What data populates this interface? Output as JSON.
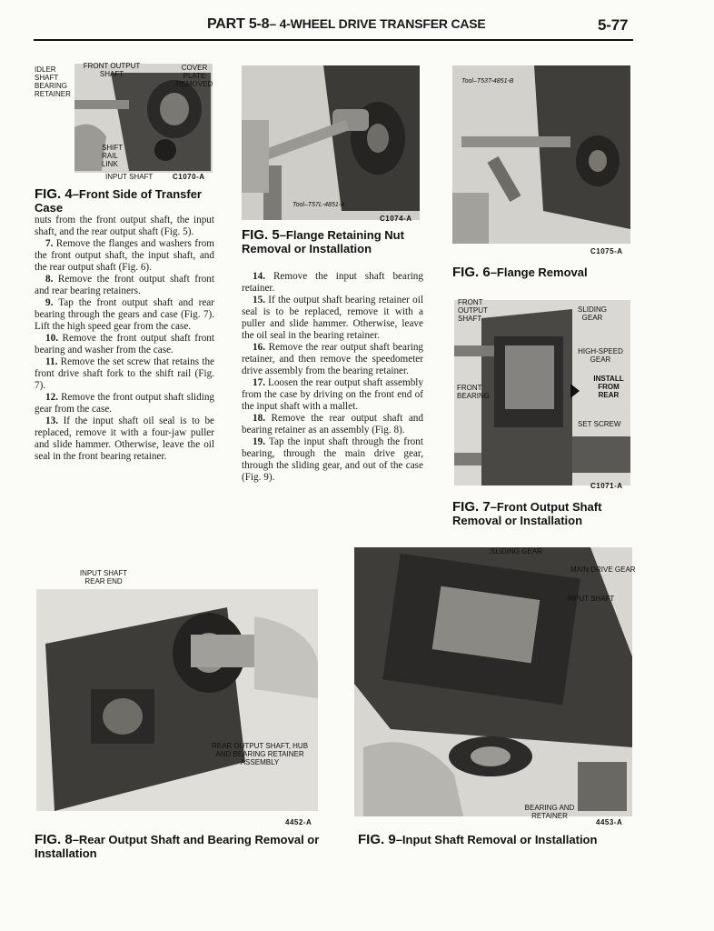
{
  "header": {
    "part_label": "PART 5-8",
    "section_title": "– 4-WHEEL DRIVE TRANSFER CASE",
    "page_number": "5-77"
  },
  "fig4": {
    "labels": {
      "idler": "IDLER SHAFT BEARING RETAINER",
      "front_output": "FRONT OUTPUT SHAFT",
      "cover": "COVER PLATE REMOVED",
      "shift_rail": "SHIFT RAIL LINK",
      "input_shaft": "INPUT SHAFT"
    },
    "figure_id": "C1070-A",
    "caption_num": "FIG. 4",
    "caption_text": "–Front Side of Transfer Case"
  },
  "fig5": {
    "tool": "Tool–T57L-4851-A",
    "figure_id": "C1074-A",
    "caption_num": "FIG. 5",
    "caption_text": "–Flange Retaining Nut Removal or Installation"
  },
  "fig6": {
    "tool": "Tool–T53T-4851-B",
    "figure_id": "C1075-A",
    "caption_num": "FIG. 6",
    "caption_text": "–Flange Removal"
  },
  "fig7": {
    "labels": {
      "front_output": "FRONT OUTPUT SHAFT",
      "sliding_gear": "SLIDING GEAR",
      "high_speed": "HIGH-SPEED GEAR",
      "install": "INSTALL FROM REAR",
      "front_bearing": "FRONT BEARING",
      "set_screw": "SET SCREW"
    },
    "figure_id": "C1071-A",
    "caption_num": "FIG. 7",
    "caption_text": "–Front Output Shaft Removal or Installation"
  },
  "fig8": {
    "labels": {
      "input_shaft": "INPUT SHAFT REAR END",
      "rear_output": "REAR OUTPUT SHAFT, HUB AND BEARING RETAINER ASSEMBLY"
    },
    "figure_id": "4452-A",
    "caption_num": "FIG. 8",
    "caption_text": "–Rear Output Shaft and Bearing Removal or Installation"
  },
  "fig9": {
    "labels": {
      "sliding_gear": "SLIDING GEAR",
      "main_drive": "MAIN DRIVE GEAR",
      "input_shaft": "INPUT SHAFT",
      "bearing": "BEARING AND RETAINER"
    },
    "figure_id": "4453-A",
    "caption_num": "FIG. 9",
    "caption_text": "–Input Shaft Removal or Installation"
  },
  "text_col1": {
    "continuation": "nuts from the front output shaft, the input shaft, and the rear output shaft (Fig. 5).",
    "steps": [
      {
        "num": "7.",
        "text": "Remove the flanges and washers from the front output shaft, the input shaft, and the rear output shaft (Fig. 6)."
      },
      {
        "num": "8.",
        "text": "Remove the front output shaft front and rear bearing retainers."
      },
      {
        "num": "9.",
        "text": "Tap the front output shaft and rear bearing through the gears and case (Fig. 7). Lift the high speed gear from the case."
      },
      {
        "num": "10.",
        "text": "Remove the front output shaft front bearing and washer from the case."
      },
      {
        "num": "11.",
        "text": "Remove the set screw that retains the front drive shaft fork to the shift rail (Fig. 7)."
      },
      {
        "num": "12.",
        "text": "Remove the front output shaft sliding gear from the case."
      },
      {
        "num": "13.",
        "text": "If the input shaft oil seal is to be replaced, remove it with a four-jaw puller and slide hammer. Otherwise, leave the oil seal in the front bearing retainer."
      }
    ]
  },
  "text_col2": {
    "steps": [
      {
        "num": "14.",
        "text": "Remove the input shaft bearing retainer."
      },
      {
        "num": "15.",
        "text": "If the output shaft bearing retainer oil seal is to be replaced, remove it with a puller and slide hammer. Otherwise, leave the oil seal in the bearing retainer."
      },
      {
        "num": "16.",
        "text": "Remove the rear output shaft bearing retainer, and then remove the speedometer drive assembly from the bearing retainer."
      },
      {
        "num": "17.",
        "text": "Loosen the rear output shaft assembly from the case by driving on the front end of the input shaft with a mallet."
      },
      {
        "num": "18.",
        "text": "Remove the rear output shaft and bearing retainer as an assembly (Fig. 8)."
      },
      {
        "num": "19.",
        "text": "Tap the input shaft through the front bearing, through the main drive gear, through the sliding gear, and out of the case (Fig. 9)."
      }
    ]
  }
}
